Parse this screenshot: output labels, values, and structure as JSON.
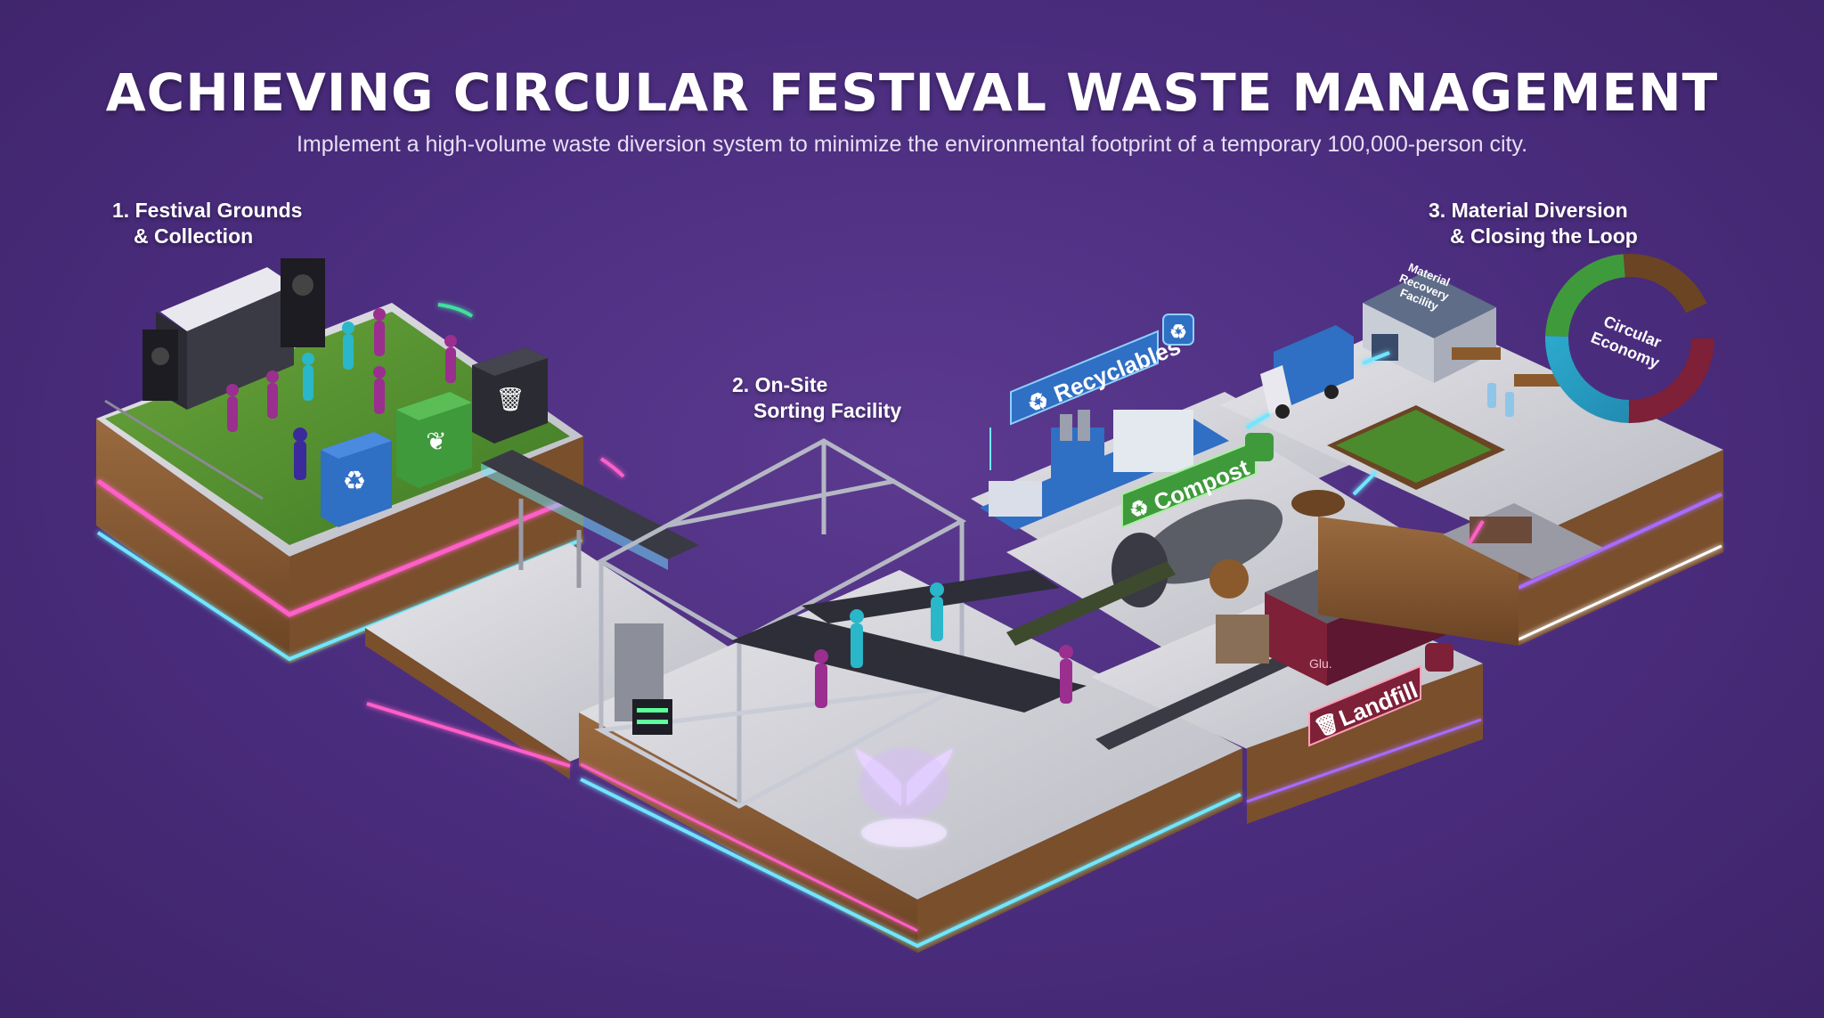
{
  "title": "ACHIEVING CIRCULAR FESTIVAL WASTE MANAGEMENT",
  "subtitle": "Implement a high-volume waste diversion system to minimize the environmental footprint of a temporary 100,000-person city.",
  "steps": [
    {
      "line1": "1. Festival Grounds",
      "line2": "& Collection"
    },
    {
      "line1": "2. On-Site",
      "line2": "Sorting Facility"
    },
    {
      "line1": "3. Material Diversion",
      "line2": "& Closing the Loop"
    }
  ],
  "streams": {
    "recyclables": "Recyclables",
    "compost": "Compost",
    "landfill": "Landfill"
  },
  "facility_sign": [
    "Material",
    "Recovery",
    "Facility"
  ],
  "cycle_label": [
    "Circular",
    "Economy"
  ],
  "truck_logo": "Glu.",
  "colors": {
    "background": "#4a2c7d",
    "recycle_blue": "#2f6fc4",
    "compost_green": "#3f9a3c",
    "landfill_maroon": "#7d2038",
    "neon_pink": "#ff5fc8",
    "neon_cyan": "#6fe6ff"
  },
  "icons": [
    "recycle-icon",
    "leaf-icon",
    "trash-icon",
    "wings-logo-icon",
    "arrow-icon"
  ]
}
